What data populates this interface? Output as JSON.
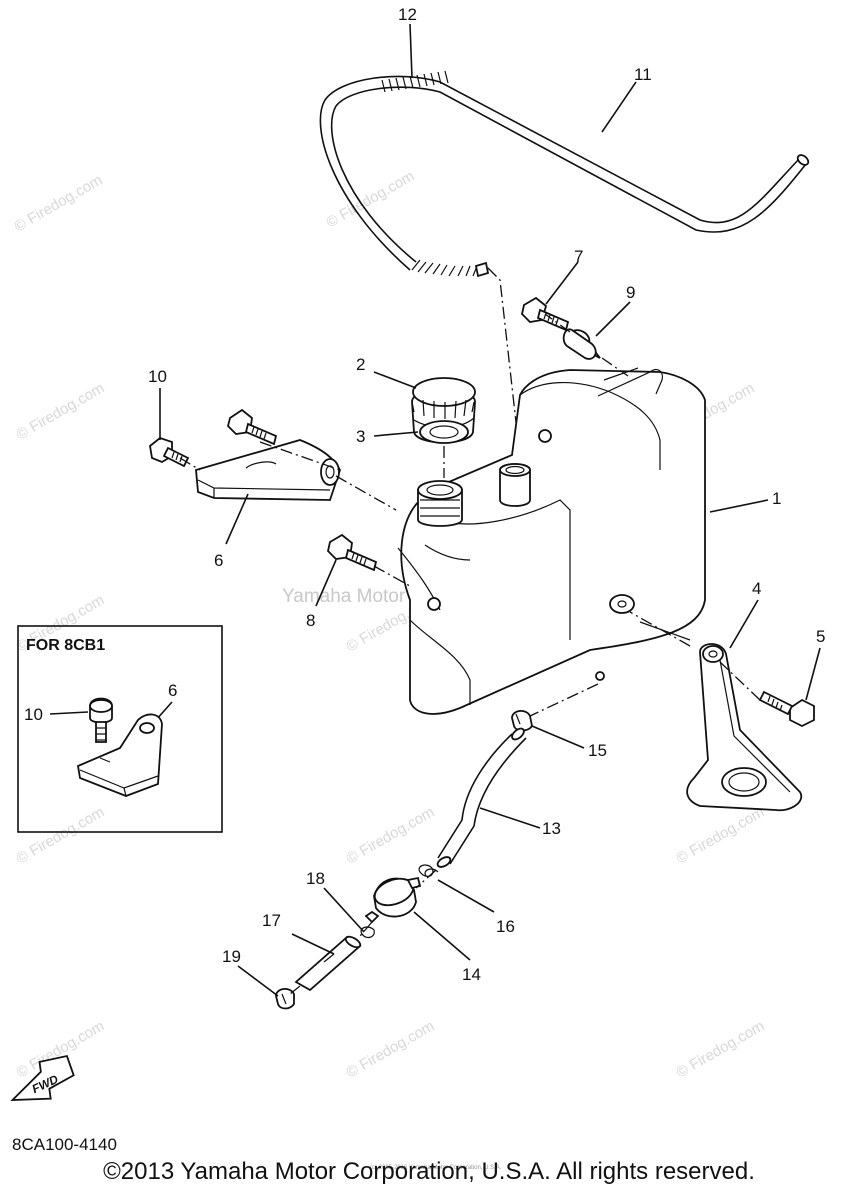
{
  "watermark": {
    "site": "© Firedog.com",
    "center": "Yamaha Motor Corp, U.S.A."
  },
  "callouts": [
    "1",
    "2",
    "3",
    "4",
    "5",
    "6",
    "7",
    "8",
    "9",
    "10",
    "11",
    "12",
    "13",
    "14",
    "15",
    "16",
    "17",
    "18",
    "19"
  ],
  "inset": {
    "title": "FOR 8CB1",
    "label_10": "10",
    "label_6": "6"
  },
  "fwd_label": "FWD",
  "diagram_code": "8CA100-4140",
  "tiny_notice": "(c) 2005-2016 Yamaha Motor Corporation, U.S.A.",
  "copyright": "©2013 Yamaha Motor Corporation, U.S.A. All rights reserved."
}
